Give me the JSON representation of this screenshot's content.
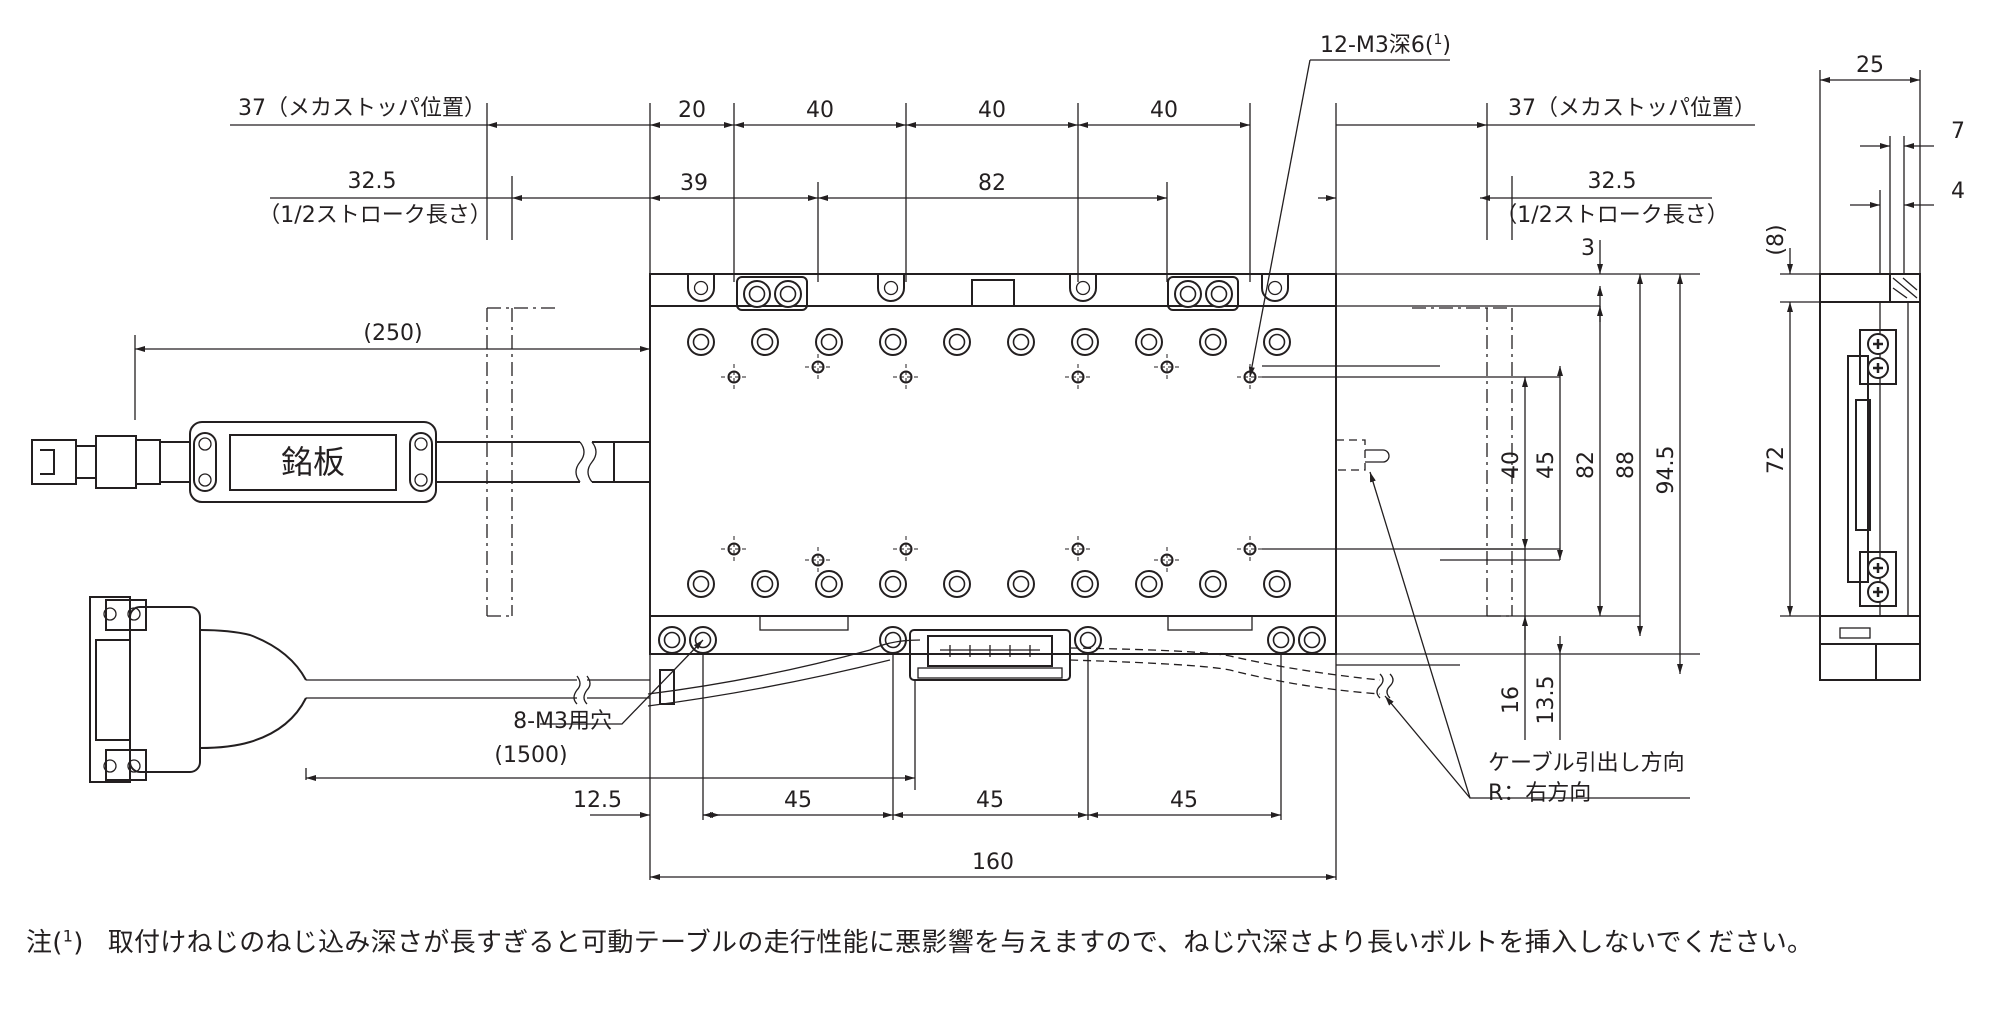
{
  "dimensions": {
    "top_row": [
      "20",
      "40",
      "40",
      "40"
    ],
    "top_mid": [
      "39",
      "82"
    ],
    "stopper_left": "37（メカストッパ位置）",
    "stopper_right": "37（メカストッパ位置）",
    "half_stroke_left_value": "32.5",
    "half_stroke_left_label": "（1/2ストローク長さ）",
    "half_stroke_right_value": "32.5",
    "half_stroke_right_label": "（1/2ストローク長さ）",
    "cable_length": "(250)",
    "cable_length_long": "(1500)",
    "holes_8": "8-M3用穴",
    "tap_12": "12-M3深6(",
    "tap_12_sup": "1",
    "tap_12_close": ")",
    "right_vertical": [
      "3",
      "40",
      "45",
      "82",
      "88",
      "94.5"
    ],
    "right_bottom": [
      "16",
      "13.5"
    ],
    "bottom_row": [
      "12.5",
      "45",
      "45",
      "45"
    ],
    "total_length": "160",
    "side_top": [
      "25",
      "7",
      "4"
    ],
    "side_vertical": [
      "(8)",
      "72"
    ]
  },
  "labels": {
    "nameplate": "銘板",
    "cable_direction_line1": "ケーブル引出し方向",
    "cable_direction_line2": "R：右方向"
  },
  "footnote": {
    "prefix": "注(",
    "sup": "1",
    "close": ")",
    "text": "取付けねじのねじ込み深さが長すぎると可動テーブルの走行性能に悪影響を与えますので、ねじ穴深さより長いボルトを挿入しないでください。"
  }
}
